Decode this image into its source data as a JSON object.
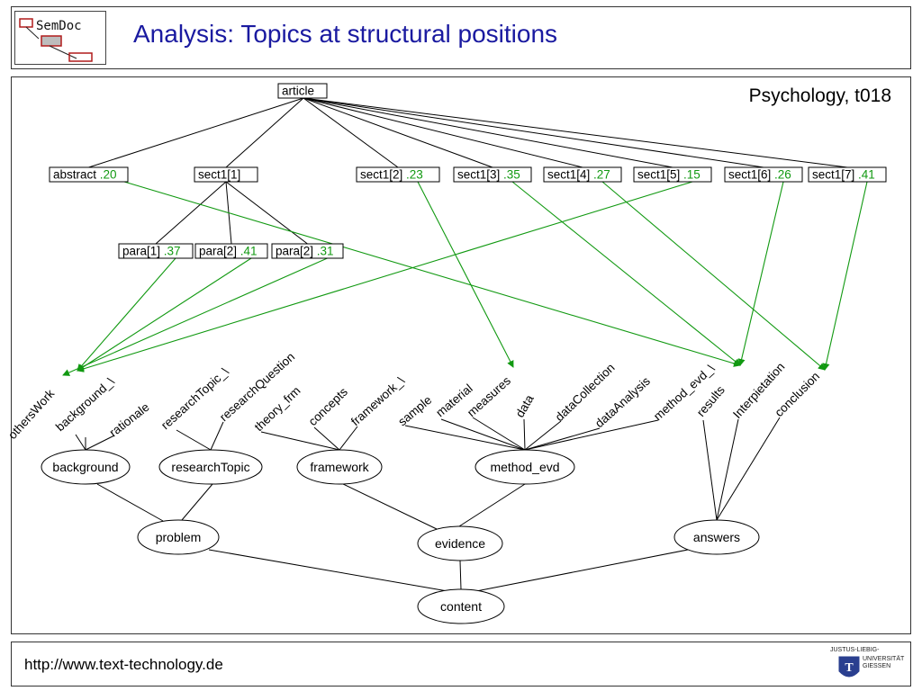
{
  "header": {
    "logo_text": "SemDoc",
    "title": "Analysis: Topics at structural positions"
  },
  "subtitle": "Psychology, t018",
  "footer": {
    "url": "http://www.text-technology.de",
    "university_line1": "JUSTUS-LIEBIG-",
    "university_line2": "UNIVERSITÄT",
    "university_line3": "GIESSEN"
  },
  "colors": {
    "accent": "#1a1aa0",
    "score": "#119911",
    "arrow": "#119911",
    "line": "#000000"
  },
  "structure_nodes": [
    {
      "id": "article",
      "label": "article",
      "score": ""
    },
    {
      "id": "abstract",
      "label": "abstract",
      "score": ".20"
    },
    {
      "id": "sect1_1",
      "label": "sect1[1]",
      "score": ""
    },
    {
      "id": "sect1_2",
      "label": "sect1[2]",
      "score": ".23"
    },
    {
      "id": "sect1_3",
      "label": "sect1[3]",
      "score": ".35"
    },
    {
      "id": "sect1_4",
      "label": "sect1[4]",
      "score": ".27"
    },
    {
      "id": "sect1_5",
      "label": "sect1[5]",
      "score": ".15"
    },
    {
      "id": "sect1_6",
      "label": "sect1[6]",
      "score": ".26"
    },
    {
      "id": "sect1_7",
      "label": "sect1[7]",
      "score": ".41"
    },
    {
      "id": "para1",
      "label": "para[1]",
      "score": ".37"
    },
    {
      "id": "para2a",
      "label": "para[2]",
      "score": ".41"
    },
    {
      "id": "para2b",
      "label": "para[2]",
      "score": ".31"
    }
  ],
  "topic_nodes": [
    {
      "id": "othersWork",
      "label": "othersWork"
    },
    {
      "id": "background_",
      "label": "background_\\"
    },
    {
      "id": "rationale",
      "label": "rationale"
    },
    {
      "id": "researchTopic_",
      "label": "researchTopic_\\"
    },
    {
      "id": "researchQuestion",
      "label": "researchQuestion"
    },
    {
      "id": "theory_frm",
      "label": "theory_frm"
    },
    {
      "id": "concepts",
      "label": "concepts"
    },
    {
      "id": "framework_",
      "label": "framework_\\"
    },
    {
      "id": "sample",
      "label": "sample"
    },
    {
      "id": "material",
      "label": "material"
    },
    {
      "id": "measures",
      "label": "measures"
    },
    {
      "id": "data",
      "label": "data"
    },
    {
      "id": "dataCollection",
      "label": "dataCollection"
    },
    {
      "id": "dataAnalysis",
      "label": "dataAnalysis"
    },
    {
      "id": "method_evd_",
      "label": "method_evd_\\"
    },
    {
      "id": "results",
      "label": "results"
    },
    {
      "id": "interpretation",
      "label": "Interpietation"
    },
    {
      "id": "conclusion",
      "label": "conclusion"
    }
  ],
  "group_nodes": [
    {
      "id": "background",
      "label": "background"
    },
    {
      "id": "researchTopic",
      "label": "researchTopic"
    },
    {
      "id": "framework",
      "label": "framework"
    },
    {
      "id": "method_evd",
      "label": "method_evd"
    },
    {
      "id": "problem",
      "label": "problem"
    },
    {
      "id": "evidence",
      "label": "evidence"
    },
    {
      "id": "answers",
      "label": "answers"
    },
    {
      "id": "content",
      "label": "content"
    }
  ],
  "structure_edges": [
    [
      "article",
      "abstract"
    ],
    [
      "article",
      "sect1_1"
    ],
    [
      "article",
      "sect1_2"
    ],
    [
      "article",
      "sect1_3"
    ],
    [
      "article",
      "sect1_4"
    ],
    [
      "article",
      "sect1_5"
    ],
    [
      "article",
      "sect1_6"
    ],
    [
      "article",
      "sect1_7"
    ],
    [
      "sect1_1",
      "para1"
    ],
    [
      "sect1_1",
      "para2a"
    ],
    [
      "sect1_1",
      "para2b"
    ]
  ],
  "topic_edges": [
    [
      "othersWork",
      "background"
    ],
    [
      "background_",
      "background"
    ],
    [
      "rationale",
      "background"
    ],
    [
      "researchTopic_",
      "researchTopic"
    ],
    [
      "researchQuestion",
      "researchTopic"
    ],
    [
      "theory_frm",
      "framework"
    ],
    [
      "concepts",
      "framework"
    ],
    [
      "framework_",
      "framework"
    ],
    [
      "sample",
      "method_evd"
    ],
    [
      "material",
      "method_evd"
    ],
    [
      "measures",
      "method_evd"
    ],
    [
      "data",
      "method_evd"
    ],
    [
      "dataCollection",
      "method_evd"
    ],
    [
      "dataAnalysis",
      "method_evd"
    ],
    [
      "method_evd_",
      "method_evd"
    ],
    [
      "results",
      "answers"
    ],
    [
      "interpretation",
      "answers"
    ],
    [
      "conclusion",
      "answers"
    ],
    [
      "background",
      "problem"
    ],
    [
      "researchTopic",
      "problem"
    ],
    [
      "framework",
      "evidence"
    ],
    [
      "method_evd",
      "evidence"
    ],
    [
      "problem",
      "content"
    ],
    [
      "evidence",
      "content"
    ],
    [
      "answers",
      "content"
    ]
  ],
  "mapping_arrows": [
    [
      "abstract",
      "results"
    ],
    [
      "sect1_2",
      "measures"
    ],
    [
      "sect1_3",
      "results"
    ],
    [
      "sect1_4",
      "conclusion"
    ],
    [
      "sect1_5",
      "background_"
    ],
    [
      "sect1_6",
      "results"
    ],
    [
      "sect1_7",
      "conclusion"
    ],
    [
      "para1",
      "background_"
    ],
    [
      "para2a",
      "background_"
    ],
    [
      "para2b",
      "othersWork"
    ]
  ]
}
